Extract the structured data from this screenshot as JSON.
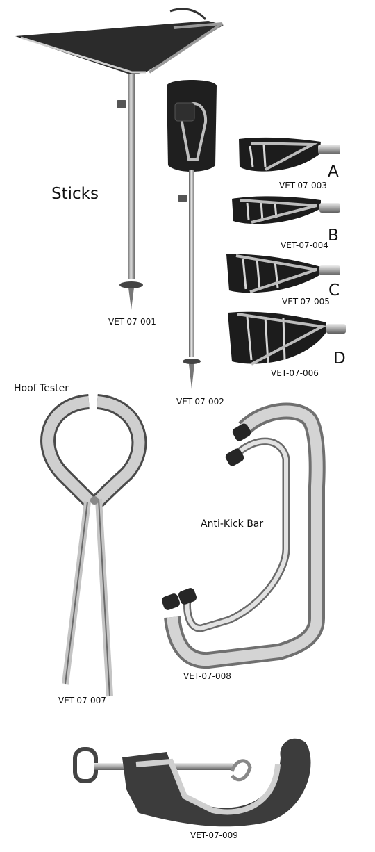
{
  "headings": {
    "sticks": "Sticks",
    "hoof_tester": "Hoof Tester",
    "anti_kick_bar": "Anti-Kick Bar"
  },
  "codes": {
    "c001": "VET-07-001",
    "c002": "VET-07-002",
    "c003": "VET-07-003",
    "c004": "VET-07-004",
    "c005": "VET-07-005",
    "c006": "VET-07-006",
    "c007": "VET-07-007",
    "c008": "VET-07-008",
    "c009": "VET-07-009"
  },
  "variants": {
    "a": "A",
    "b": "B",
    "c": "C",
    "d": "D"
  },
  "colors": {
    "metal": "#b8b8b8",
    "metal_dark": "#4a4a4a",
    "leather": "#1e1e1e",
    "rubber": "#2a2a2a"
  }
}
